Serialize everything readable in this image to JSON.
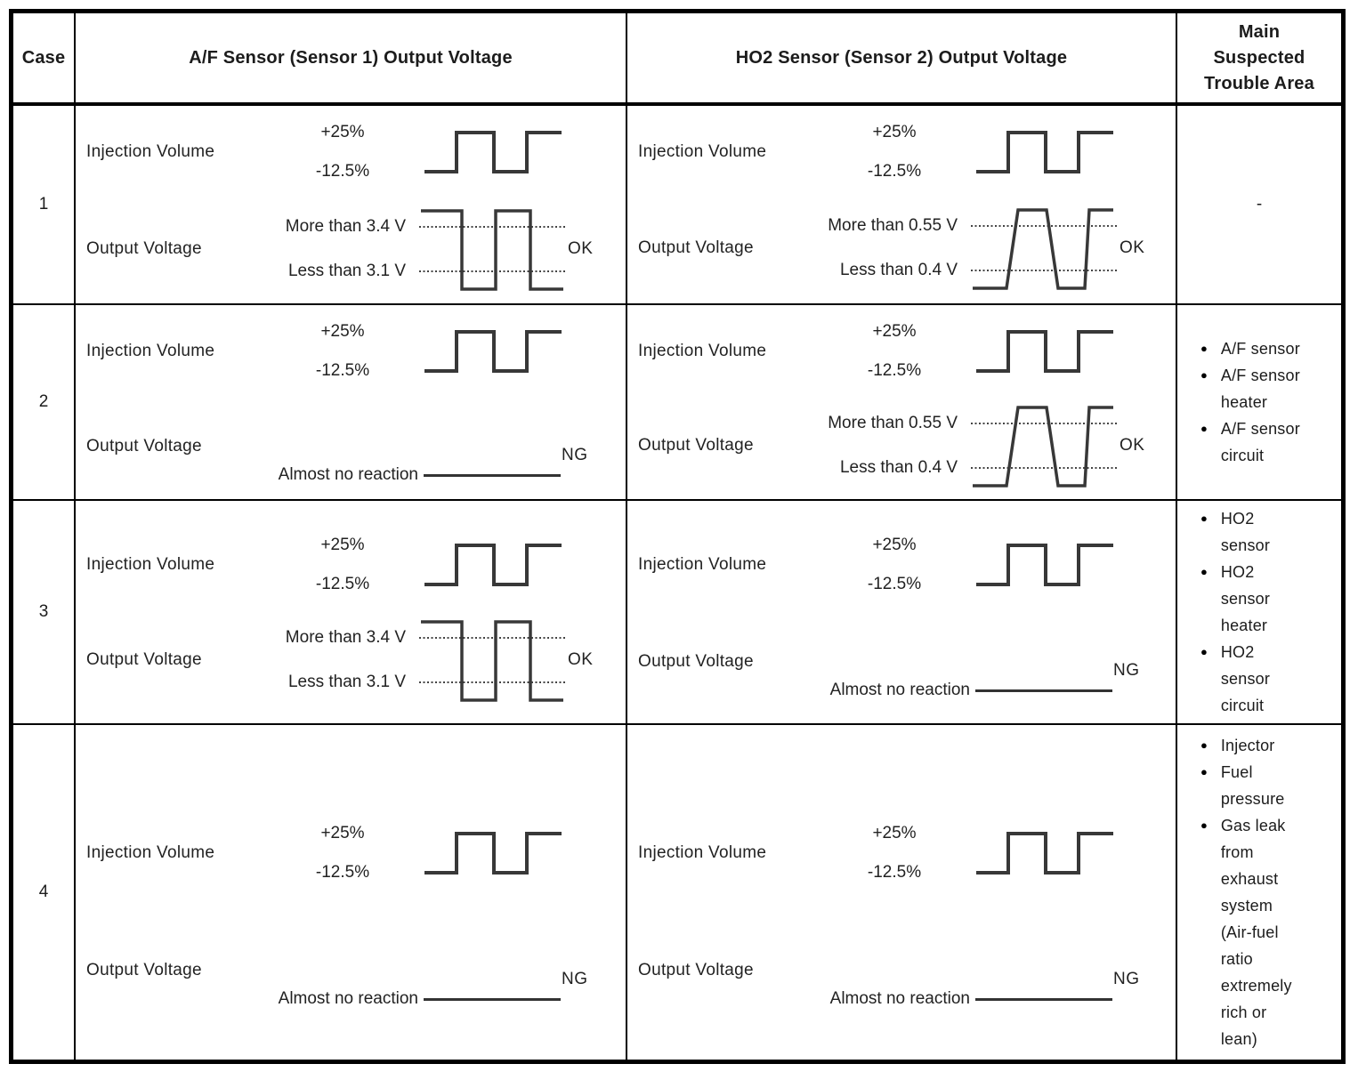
{
  "header": {
    "case": "Case",
    "af": "A/F Sensor (Sensor 1) Output Voltage",
    "ho2": "HO2 Sensor (Sensor 2) Output Voltage",
    "trouble_lines": [
      "Main",
      "Suspected",
      "Trouble Area"
    ]
  },
  "labels": {
    "injection_volume": "Injection Volume",
    "output_voltage": "Output Voltage",
    "plus_pct": "+25%",
    "minus_pct": "-12.5%",
    "almost_no_reaction": "Almost no reaction",
    "ok": "OK",
    "ng": "NG"
  },
  "thresholds": {
    "af_upper": "More than 3.4 V",
    "af_lower": "Less than 3.1 V",
    "ho2_upper": "More than 0.55 V",
    "ho2_lower": "Less than 0.4 V"
  },
  "rows": [
    {
      "case": "1",
      "af_result": "OK",
      "ho2_result": "OK",
      "trouble_none": "-"
    },
    {
      "case": "2",
      "af_result": "NG",
      "ho2_result": "OK",
      "trouble": [
        [
          "A/F sensor"
        ],
        [
          "A/F sensor",
          "heater"
        ],
        [
          "A/F sensor",
          "circuit"
        ]
      ]
    },
    {
      "case": "3",
      "af_result": "OK",
      "ho2_result": "NG",
      "trouble": [
        [
          "HO2",
          "sensor"
        ],
        [
          "HO2",
          "sensor",
          "heater"
        ],
        [
          "HO2",
          "sensor",
          "circuit"
        ]
      ]
    },
    {
      "case": "4",
      "af_result": "NG",
      "ho2_result": "NG",
      "trouble": [
        [
          "Injector"
        ],
        [
          "Fuel",
          "pressure"
        ],
        [
          "Gas leak",
          "from",
          "exhaust",
          "system",
          "(Air-fuel",
          "ratio",
          "extremely",
          "rich or",
          "lean)"
        ]
      ]
    }
  ]
}
